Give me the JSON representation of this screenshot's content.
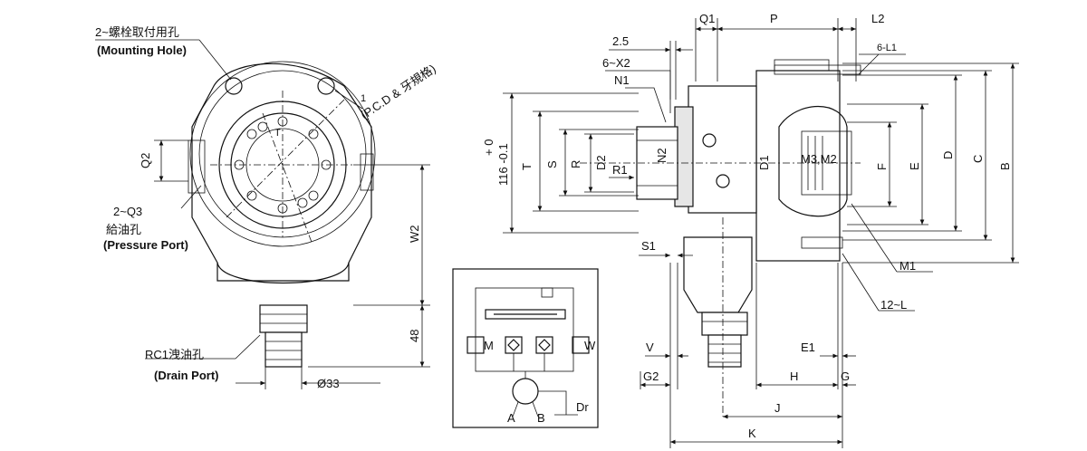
{
  "front_view": {
    "mounting_hole_cn": "2~螺栓取付用孔",
    "mounting_hole_en": "(Mounting Hole)",
    "pcd_label": "(P.C.D & 牙規格)",
    "pressure_port_count": "2~Q3",
    "pressure_port_cn": "給油孔",
    "pressure_port_en": "(Pressure Port)",
    "drain_port_cn": "RC1洩油孔",
    "drain_port_en": "(Drain Port)",
    "dim_q2": "Q2",
    "dim_w2": "W2",
    "dim_48": "48",
    "dim_33": "Ø33",
    "center_t": "T",
    "dim_1": "1"
  },
  "circuit": {
    "port_a": "A",
    "port_b": "B",
    "port_dr": "Dr",
    "valve_m": "M",
    "valve_w": "W"
  },
  "side_view": {
    "q1": "Q1",
    "p": "P",
    "l2": "L2",
    "six_l1": "6-L1",
    "dim_2_5": "2.5",
    "six_x2": "6~X2",
    "n1": "N1",
    "n2": "N2",
    "tol_upper": "+ 0",
    "tol_lower": "116 -0.1",
    "t": "T",
    "s": "S",
    "r": "R",
    "d2": "D2",
    "r1": "R1",
    "d1": "D1",
    "m3_m2": "M3,M2",
    "f": "F",
    "e": "E",
    "d": "D",
    "c": "C",
    "b": "B",
    "s1": "S1",
    "m1": "M1",
    "twelve_l": "12~L",
    "v": "V",
    "e1": "E1",
    "g2": "G2",
    "h": "H",
    "g": "G",
    "j": "J",
    "k": "K"
  }
}
